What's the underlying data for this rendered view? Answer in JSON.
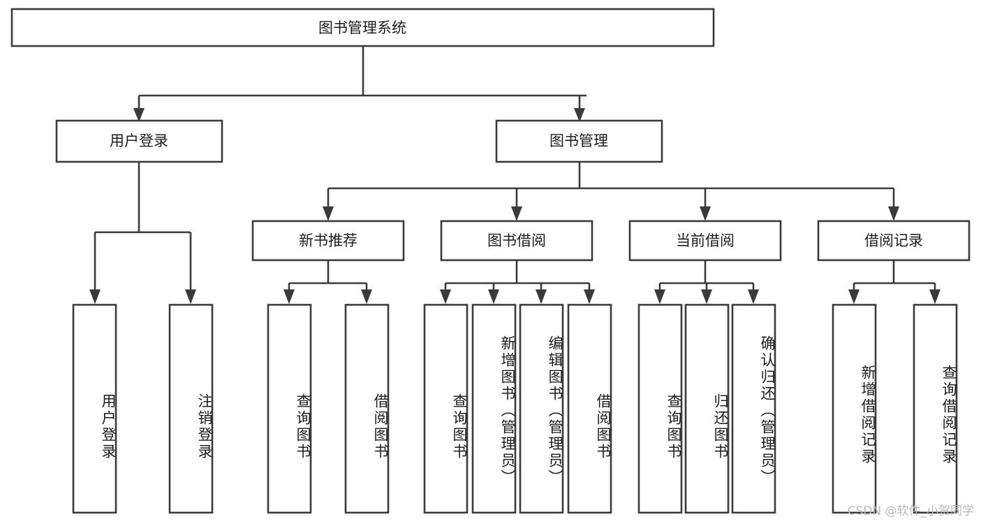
{
  "diagram": {
    "title": "图书管理系统",
    "type": "hierarchy-tree",
    "orientation": "top-down",
    "root": {
      "id": "root",
      "label": "图书管理系统"
    },
    "level2": [
      {
        "id": "user-login",
        "label": "用户登录"
      },
      {
        "id": "book-manage",
        "label": "图书管理"
      }
    ],
    "level3": [
      {
        "id": "new-book-rec",
        "label": "新书推荐",
        "parent": "book-manage"
      },
      {
        "id": "book-borrow",
        "label": "图书借阅",
        "parent": "book-manage"
      },
      {
        "id": "current-borrow",
        "label": "当前借阅",
        "parent": "book-manage"
      },
      {
        "id": "borrow-record",
        "label": "借阅记录",
        "parent": "book-manage"
      }
    ],
    "leaves": [
      {
        "id": "leaf-user-login",
        "label": "用户登录",
        "parent": "user-login"
      },
      {
        "id": "leaf-logout-login",
        "label": "注销登录",
        "parent": "user-login"
      },
      {
        "id": "leaf-query-book-1",
        "label": "查询图书",
        "parent": "new-book-rec"
      },
      {
        "id": "leaf-borrow-book-1",
        "label": "借阅图书",
        "parent": "new-book-rec"
      },
      {
        "id": "leaf-query-book-2",
        "label": "查询图书",
        "parent": "book-borrow"
      },
      {
        "id": "leaf-add-book",
        "label": "新增图书（管理员）",
        "parent": "book-borrow"
      },
      {
        "id": "leaf-edit-book",
        "label": "编辑图书（管理员）",
        "parent": "book-borrow"
      },
      {
        "id": "leaf-borrow-book-2",
        "label": "借阅图书",
        "parent": "book-borrow"
      },
      {
        "id": "leaf-query-book-3",
        "label": "查询图书",
        "parent": "current-borrow"
      },
      {
        "id": "leaf-return-book",
        "label": "归还图书",
        "parent": "current-borrow"
      },
      {
        "id": "leaf-confirm-return",
        "label": "确认归还（管理员）",
        "parent": "current-borrow"
      },
      {
        "id": "leaf-add-record",
        "label": "新增借阅记录",
        "parent": "borrow-record"
      },
      {
        "id": "leaf-query-record",
        "label": "查询借阅记录",
        "parent": "borrow-record"
      }
    ]
  },
  "watermark": {
    "text": "CSDN @软件_小贺同学"
  },
  "colors": {
    "box_stroke": "#3a3a3a",
    "box_fill": "#ffffff",
    "text": "#1c1c1c",
    "watermark": "#b9b9b9",
    "background": "#ffffff"
  }
}
